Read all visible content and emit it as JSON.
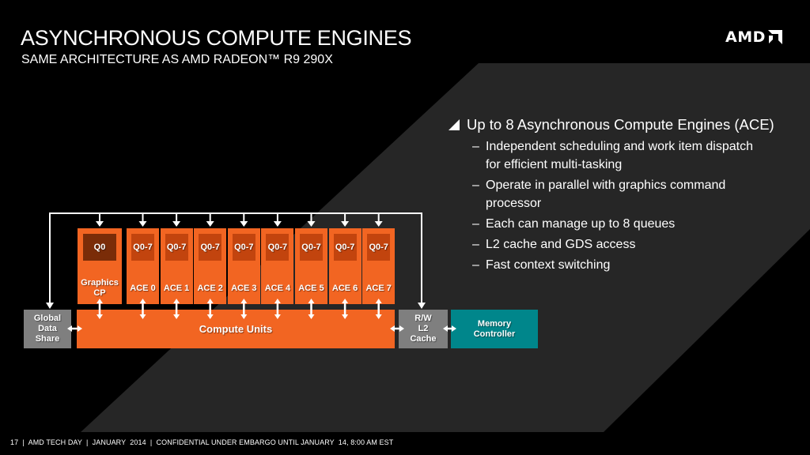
{
  "slide": {
    "title": "ASYNCHRONOUS COMPUTE ENGINES",
    "subtitle": "SAME ARCHITECTURE AS AMD RADEON™ R9 290X",
    "logo_text": "AMD",
    "logo_icon": "amd-arrow-logo"
  },
  "colors": {
    "background": "#000000",
    "band": "#262626",
    "orange": "#f26522",
    "queue_ace": "#c2440e",
    "queue_gfx": "#7a2c08",
    "gray": "#7f7f7f",
    "teal": "#00868b",
    "line": "#ffffff"
  },
  "bullets": {
    "icon": "triangle-bullet-icon",
    "main": "Up to 8 Asynchronous Compute Engines (ACE)",
    "sub_dash": "–",
    "sub": [
      "Independent scheduling and work item dispatch for efficient multi-tasking",
      "Operate in parallel with graphics command processor",
      "Each can manage up to 8 queues",
      "L2 cache and GDS access",
      "Fast context switching"
    ]
  },
  "diagram": {
    "graphics_cp": {
      "queue": "Q0",
      "label": "Graphics CP"
    },
    "aces": [
      {
        "queue": "Q0-7",
        "label": "ACE 0"
      },
      {
        "queue": "Q0-7",
        "label": "ACE 1"
      },
      {
        "queue": "Q0-7",
        "label": "ACE 2"
      },
      {
        "queue": "Q0-7",
        "label": "ACE 3"
      },
      {
        "queue": "Q0-7",
        "label": "ACE 4"
      },
      {
        "queue": "Q0-7",
        "label": "ACE 5"
      },
      {
        "queue": "Q0-7",
        "label": "ACE 6"
      },
      {
        "queue": "Q0-7",
        "label": "ACE 7"
      }
    ],
    "gds": "Global Data Share",
    "compute_units": "Compute Units",
    "l2": "R/W L2 Cache",
    "memory_controller": "Memory Controller"
  },
  "footer": {
    "page": "17",
    "event": "AMD TECH DAY",
    "date": "JANUARY  2014",
    "notice": "CONFIDENTIAL UNDER EMBARGO UNTIL JANUARY  14, 8:00 AM EST",
    "separator": "|"
  }
}
